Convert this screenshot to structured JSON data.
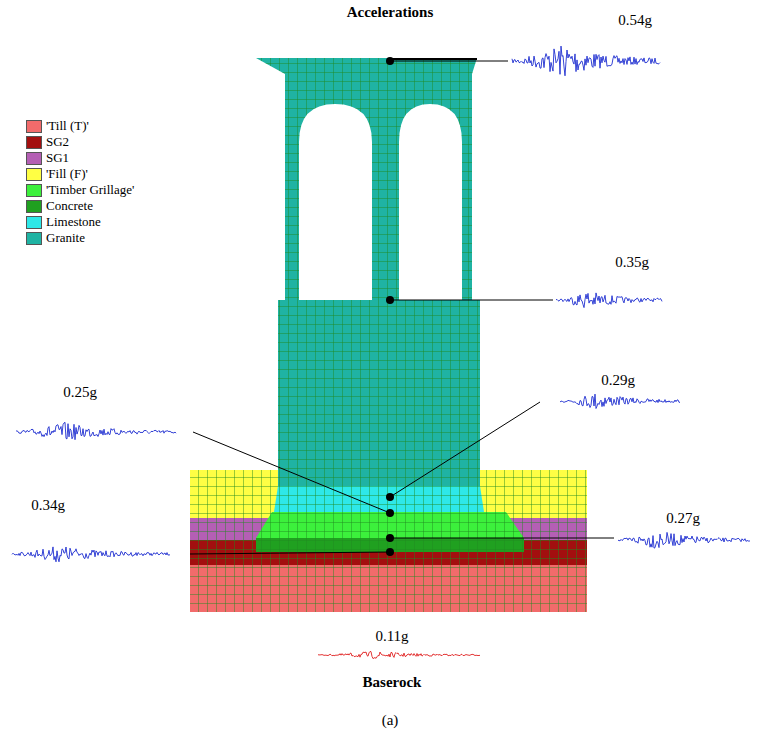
{
  "diagram": {
    "title": "Accelerations",
    "caption": "(a)",
    "labels": [
      "0.54g",
      "0.35g",
      "0.29g",
      "0.25g",
      "0.34g",
      "0.27g",
      "0.11g",
      "Baserock"
    ],
    "legend": [
      {
        "text": "'Till (T)'",
        "color": "#f26b6b"
      },
      {
        "text": "SG2",
        "color": "#a30f0f"
      },
      {
        "text": "SG1",
        "color": "#b45fb4"
      },
      {
        "text": "'Fill (F)'",
        "color": "#ffff44"
      },
      {
        "text": "'Timber Grillage'",
        "color": "#3cf03c"
      },
      {
        "text": "Concrete",
        "color": "#20a020"
      },
      {
        "text": "Limestone",
        "color": "#2ee8e8"
      },
      {
        "text": "Granite",
        "color": "#1fb3a3"
      }
    ]
  }
}
